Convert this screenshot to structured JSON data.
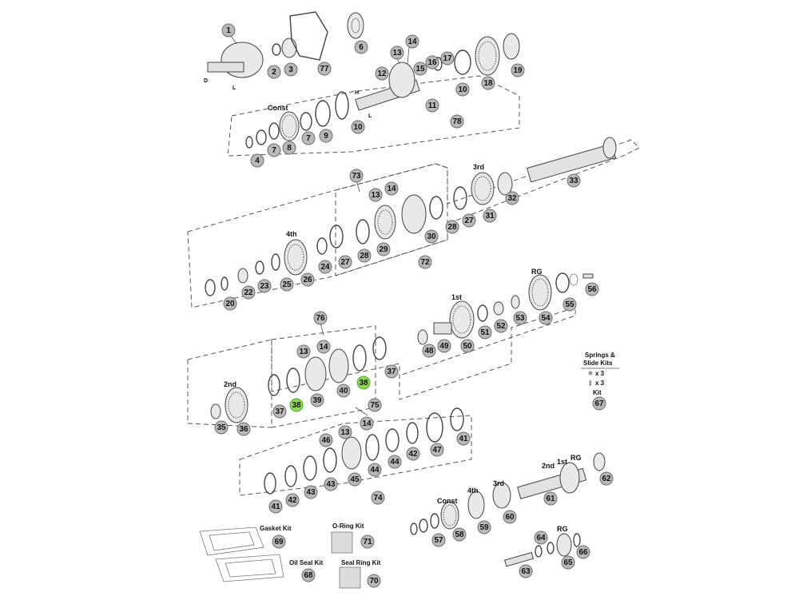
{
  "stage_labels": [
    {
      "key": "const_top",
      "text": "Const"
    },
    {
      "key": "third_top",
      "text": "3rd"
    },
    {
      "key": "fourth_mid",
      "text": "4th"
    },
    {
      "key": "first_mid",
      "text": "1st"
    },
    {
      "key": "rg_mid",
      "text": "RG"
    },
    {
      "key": "second_low",
      "text": "2nd"
    },
    {
      "key": "const_bot",
      "text": "Const"
    },
    {
      "key": "fourth_bot",
      "text": "4th"
    },
    {
      "key": "third_bot",
      "text": "3rd"
    },
    {
      "key": "second_main",
      "text": "2nd"
    },
    {
      "key": "first_main",
      "text": "1st"
    },
    {
      "key": "rg_main",
      "text": "RG"
    },
    {
      "key": "rg_rev",
      "text": "RG"
    },
    {
      "key": "dim_d",
      "text": "D"
    },
    {
      "key": "dim_l",
      "text": "L"
    },
    {
      "key": "dim_h",
      "text": "H"
    },
    {
      "key": "dim_l2",
      "text": "L"
    }
  ],
  "kits": {
    "springs_title_1": "Springs &",
    "springs_title_2": "Slide Kits",
    "qty_a": "x 3",
    "qty_b": "x 3",
    "kit_label": "Kit",
    "gasket": "Gasket Kit",
    "oring": "O-Ring Kit",
    "oilseal": "Oil Seal Kit",
    "sealring": "Seal Ring Kit"
  },
  "callouts": [
    {
      "n": "1"
    },
    {
      "n": "2"
    },
    {
      "n": "3"
    },
    {
      "n": "77"
    },
    {
      "n": "6"
    },
    {
      "n": "14"
    },
    {
      "n": "13"
    },
    {
      "n": "15"
    },
    {
      "n": "16"
    },
    {
      "n": "12"
    },
    {
      "n": "17"
    },
    {
      "n": "10"
    },
    {
      "n": "18"
    },
    {
      "n": "19"
    },
    {
      "n": "11"
    },
    {
      "n": "10"
    },
    {
      "n": "78"
    },
    {
      "n": "4"
    },
    {
      "n": "7"
    },
    {
      "n": "8"
    },
    {
      "n": "7"
    },
    {
      "n": "9"
    },
    {
      "n": "33"
    },
    {
      "n": "73"
    },
    {
      "n": "13"
    },
    {
      "n": "14"
    },
    {
      "n": "32"
    },
    {
      "n": "31"
    },
    {
      "n": "27"
    },
    {
      "n": "28"
    },
    {
      "n": "30"
    },
    {
      "n": "29"
    },
    {
      "n": "28"
    },
    {
      "n": "27"
    },
    {
      "n": "72"
    },
    {
      "n": "24"
    },
    {
      "n": "26"
    },
    {
      "n": "25"
    },
    {
      "n": "23"
    },
    {
      "n": "22"
    },
    {
      "n": "20"
    },
    {
      "n": "56"
    },
    {
      "n": "55"
    },
    {
      "n": "54"
    },
    {
      "n": "53"
    },
    {
      "n": "52"
    },
    {
      "n": "51"
    },
    {
      "n": "50"
    },
    {
      "n": "49"
    },
    {
      "n": "48"
    },
    {
      "n": "76"
    },
    {
      "n": "13"
    },
    {
      "n": "14"
    },
    {
      "n": "37"
    },
    {
      "n": "38",
      "hl": true
    },
    {
      "n": "39"
    },
    {
      "n": "40"
    },
    {
      "n": "38",
      "hl": true
    },
    {
      "n": "75"
    },
    {
      "n": "37"
    },
    {
      "n": "35"
    },
    {
      "n": "36"
    },
    {
      "n": "67"
    },
    {
      "n": "46"
    },
    {
      "n": "13"
    },
    {
      "n": "14"
    },
    {
      "n": "43"
    },
    {
      "n": "44"
    },
    {
      "n": "45"
    },
    {
      "n": "42"
    },
    {
      "n": "41"
    },
    {
      "n": "44"
    },
    {
      "n": "42"
    },
    {
      "n": "47"
    },
    {
      "n": "41"
    },
    {
      "n": "74"
    },
    {
      "n": "43"
    },
    {
      "n": "62"
    },
    {
      "n": "61"
    },
    {
      "n": "58"
    },
    {
      "n": "59"
    },
    {
      "n": "60"
    },
    {
      "n": "57"
    },
    {
      "n": "64"
    },
    {
      "n": "66"
    },
    {
      "n": "65"
    },
    {
      "n": "63"
    },
    {
      "n": "69"
    },
    {
      "n": "71"
    },
    {
      "n": "68"
    },
    {
      "n": "70"
    }
  ],
  "colors": {
    "callout_fill": "#b9b9b9",
    "callout_highlight": "#8fd85a",
    "line": "#444444"
  }
}
